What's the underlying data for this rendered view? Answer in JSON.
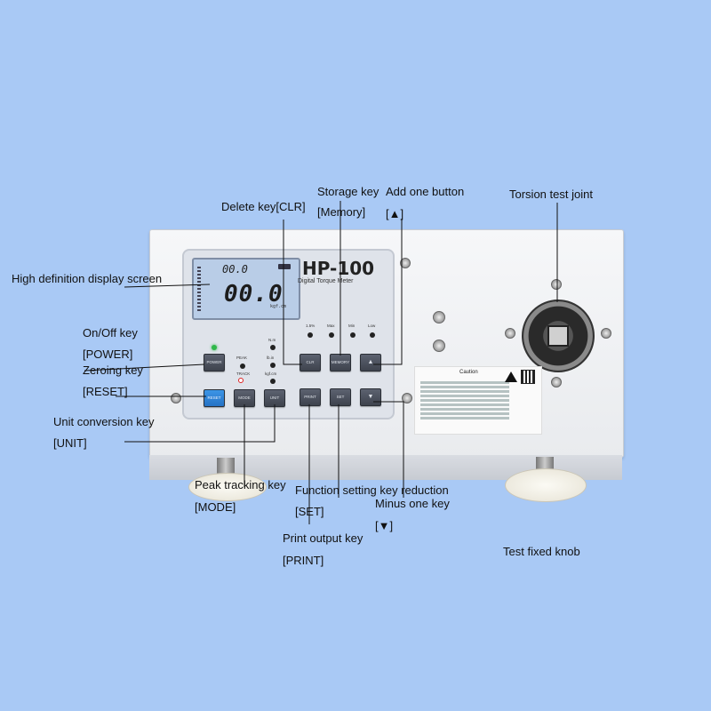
{
  "device": {
    "model": "HP-100",
    "subtitle": "Digital Torque Meter",
    "display_small": "00.0",
    "display_big": "00.0",
    "display_unit": "kgf.cm",
    "indicators": [
      "PEAK",
      "TRACK",
      "lb.in",
      "kgf.cm",
      "N.m",
      "1.5%",
      "Max",
      "Min",
      "Low"
    ],
    "key_labels": [
      "POWER",
      "RESET",
      "MODE",
      "UNIT",
      "CLR",
      "MEMORY",
      "PRINT",
      "SET"
    ],
    "caution_title": "Caution",
    "colors": {
      "background": "#a9c9f5",
      "reset_key": "#2f84d8",
      "power_led": "#2fb84a"
    }
  },
  "labels": {
    "storage_key": "Storage key",
    "storage_key_code": "[Memory]",
    "add_one": "Add one button",
    "add_one_code": "[▲]",
    "delete_key": "Delete key[CLR]",
    "torsion_joint": "Torsion test joint",
    "hd_display": "High definition display screen",
    "onoff": "On/Off key",
    "onoff_code": "[POWER]",
    "zeroing": "Zeroing key",
    "zeroing_code": "[RESET]",
    "unit_conv": "Unit conversion key",
    "unit_conv_code": "[UNIT]",
    "peak": "Peak tracking key",
    "peak_code": "[MODE]",
    "func_set": "Function setting key reduction",
    "func_set_code": "[SET]",
    "minus_one": "Minus one key",
    "minus_one_code": "[▼]",
    "print": "Print output key",
    "print_code": "[PRINT]",
    "fixed_knob": "Test fixed knob"
  }
}
